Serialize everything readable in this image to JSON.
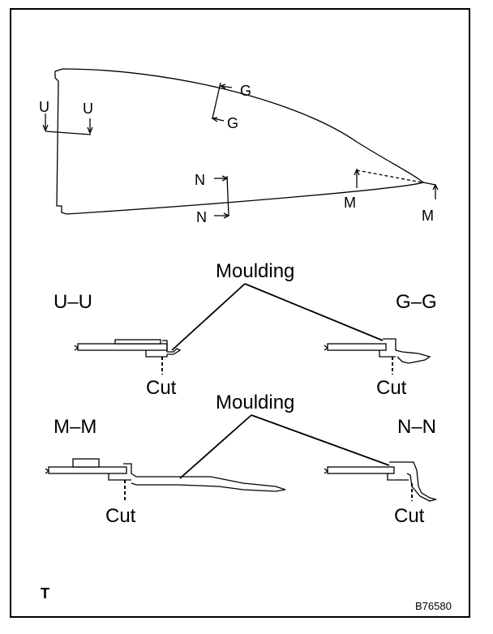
{
  "section_labels": {
    "uu": "U–U",
    "gg": "G–G",
    "mm": "M–M",
    "nn": "N–N"
  },
  "moulding_labels": [
    "Moulding",
    "Moulding"
  ],
  "cut_labels": [
    "Cut",
    "Cut",
    "Cut",
    "Cut"
  ],
  "view_markers": {
    "u_left": "U",
    "u_right": "U",
    "g_top": "G",
    "g_bottom": "G",
    "n_top": "N",
    "n_bottom": "N",
    "m_left": "M",
    "m_right": "M"
  },
  "corner_mark": "T",
  "figure_code": "B76580"
}
